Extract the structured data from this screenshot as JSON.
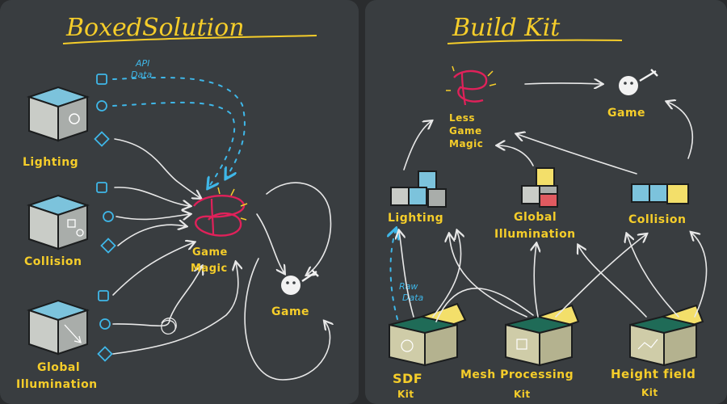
{
  "left_panel": {
    "title": "BoxedSolution",
    "api_note_line1": "API",
    "api_note_line2": "Data",
    "features": [
      {
        "label": "Lighting"
      },
      {
        "label": "Collision"
      },
      {
        "label": "Global"
      },
      {
        "label": "Illumination"
      }
    ],
    "magic_line1": "Game",
    "magic_line2": "Magic",
    "game_label": "Game"
  },
  "right_panel": {
    "title": "Build Kit",
    "magic_line1": "Less",
    "magic_line2": "Game",
    "magic_line3": "Magic",
    "game_label": "Game",
    "nodes": {
      "lighting": "Lighting",
      "gi_line1": "Global",
      "gi_line2": "Illumination",
      "collision": "Collision"
    },
    "raw_note_line1": "Raw",
    "raw_note_line2": "Data",
    "kits": [
      {
        "line1": "SDF",
        "line2": "Kit"
      },
      {
        "line1": "Mesh Processing",
        "line2": "Kit"
      },
      {
        "line1": "Height field",
        "line2": "Kit"
      }
    ]
  },
  "colors": {
    "background": "#393d40",
    "accent_yellow": "#f5cd2a",
    "accent_blue": "#3fb7e8",
    "magic_pink": "#e0215a",
    "cube_blue": "#7cc3dc",
    "kit_green": "#1f6b57",
    "cube_red": "#e05a60"
  },
  "icons": [
    "lightbulb-icon",
    "shapes-icon",
    "ray-icon",
    "ghost-icon",
    "api-port-icon",
    "target-icon"
  ]
}
